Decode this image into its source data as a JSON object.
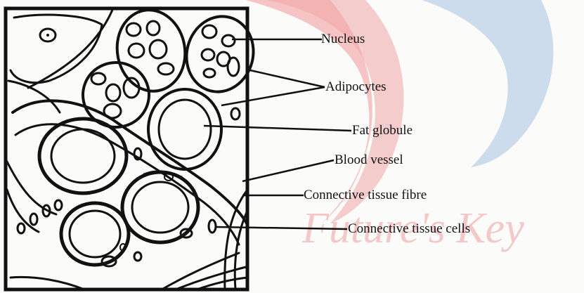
{
  "watermark": {
    "text": "Future's Key",
    "colors": {
      "red": "#f0a0a0",
      "blue": "#b8cee6",
      "text": "#f2b8b8"
    }
  },
  "labels": {
    "nucleus": "Nucleus",
    "adipocytes": "Adipocytes",
    "fat_globule": "Fat globule",
    "blood_vessel": "Blood vessel",
    "connective_tissue_fibre": "Connective tissue fibre",
    "connective_tissue_cells": "Connective tissue cells"
  }
}
